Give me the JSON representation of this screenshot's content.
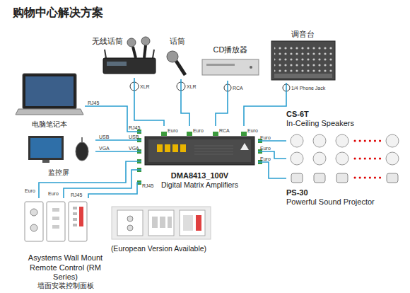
{
  "diagram": {
    "title": "购物中心解决方案",
    "nodes": [
      {
        "text": [
          "无线话筒"
        ]
      },
      {
        "text": [
          "话筒"
        ]
      },
      {
        "text": [
          "CD播放器"
        ]
      },
      {
        "text": [
          "调音台"
        ]
      },
      {
        "text": [
          "电脑笔记本"
        ]
      },
      {
        "text": [
          "监控屏"
        ]
      },
      {
        "text": [
          "DMA8413_100V",
          "Digital Matrix Amplifiers"
        ]
      },
      {
        "text": [
          "CS-6T",
          "In-Ceiling Speakers"
        ]
      },
      {
        "text": [
          "PS-30",
          "Powerful Sound Projector"
        ]
      },
      {
        "text": [
          "Asystems Wall Mount Remote Control (RM Series)",
          "墙面安装控制面板"
        ]
      },
      {
        "text": [
          "(European Version Available)"
        ]
      }
    ],
    "edges": [
      {
        "from": 0,
        "to": 6,
        "arrow": "none"
      },
      {
        "from": 1,
        "to": 6,
        "arrow": "none"
      },
      {
        "from": 2,
        "to": 6,
        "arrow": "none"
      },
      {
        "from": 3,
        "to": 6,
        "arrow": "none"
      },
      {
        "from": 4,
        "to": 6,
        "arrow": "none"
      },
      {
        "from": 5,
        "to": 6,
        "arrow": "none"
      },
      {
        "from": 5,
        "to": 6,
        "arrow": "none"
      },
      {
        "from": 9,
        "to": 6,
        "arrow": "none"
      },
      {
        "from": 9,
        "to": 6,
        "arrow": "none"
      },
      {
        "from": 9,
        "to": 6,
        "arrow": "none"
      },
      {
        "from": 6,
        "to": 7,
        "arrow": "none"
      },
      {
        "from": 6,
        "to": 7,
        "arrow": "none"
      },
      {
        "from": 6,
        "to": 8,
        "arrow": "none"
      }
    ],
    "labels": [
      "XLR",
      "XLR",
      "RCA",
      "1/4 Phone Jack",
      "Euro",
      "Euro",
      "RCA",
      "Euro",
      "RJ45",
      "RJ45",
      "USB",
      "VGA",
      "USB",
      "VGA",
      "RJ45",
      "Euro",
      "Euro",
      "RJ45",
      "Euro",
      "Euro",
      "Euro"
    ]
  }
}
